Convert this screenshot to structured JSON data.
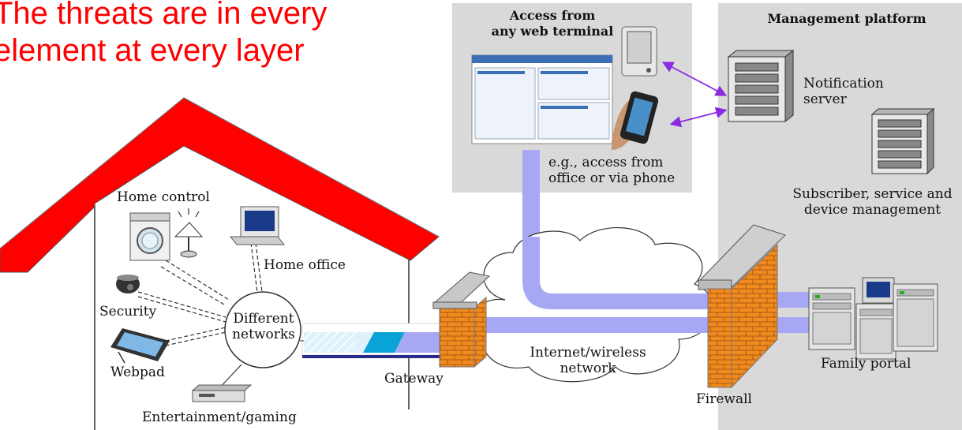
{
  "title": {
    "line1": "The threats are in every",
    "line2": "element at every layer"
  },
  "access_panel": {
    "heading_line1": "Access from",
    "heading_line2": "any web terminal",
    "caption_line1": "e.g., access from",
    "caption_line2": "office or via phone"
  },
  "management_panel": {
    "heading": "Management platform",
    "notification_line1": "Notification",
    "notification_line2": "server",
    "subscriber_line1": "Subscriber, service and",
    "subscriber_line2": "device management"
  },
  "home": {
    "home_control": "Home control",
    "home_office": "Home office",
    "security": "Security",
    "webpad": "Webpad",
    "entertainment": "Entertainment/gaming",
    "hub_line1": "Different",
    "hub_line2": "networks"
  },
  "network": {
    "gateway": "Gateway",
    "internet_line1": "Internet/wireless",
    "internet_line2": "network",
    "firewall": "Firewall",
    "family_portal": "Family portal"
  },
  "colors": {
    "roof": "#ff0000",
    "brick": "#f08a1f",
    "pipe": "#a7a7f3",
    "panel": "#d9d9d9",
    "arrow": "#8a2be2"
  }
}
